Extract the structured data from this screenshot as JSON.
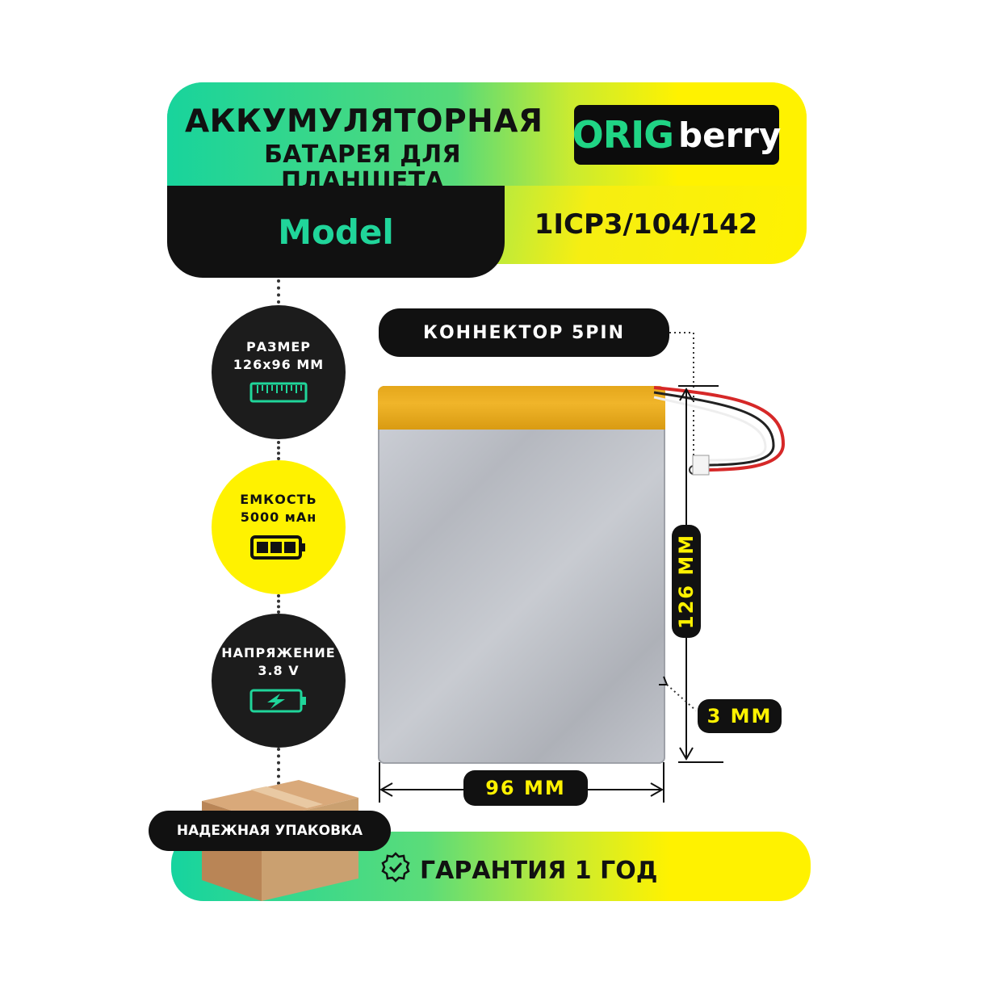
{
  "header": {
    "title_line1": "АККУМУЛЯТОРНАЯ",
    "title_line2": "БАТАРЕЯ ДЛЯ ПЛАНШЕТА",
    "brand_part1": "ORIG",
    "brand_part2": "berry",
    "model_label": "Model",
    "model_number": "1ICP3/104/142"
  },
  "specs": [
    {
      "line1": "РАЗМЕР",
      "line2": "126x96 ММ",
      "icon": "ruler-icon"
    },
    {
      "line1": "ЕМКОСТЬ",
      "line2": "5000 мАн",
      "icon": "battery-icon"
    },
    {
      "line1": "НАПРЯЖЕНИЕ",
      "line2": "3.8 V",
      "icon": "charging-battery-icon"
    }
  ],
  "product": {
    "connector_label": "КОННЕКТОР 5PIN",
    "height_label": "126 ММ",
    "width_label": "96 ММ",
    "thickness_label": "3 ММ"
  },
  "footer": {
    "packaging": "НАДЕЖНАЯ УПАКОВКА",
    "guarantee": "ГАРАНТИЯ 1 ГОД"
  },
  "colors": {
    "accent_green": "#20d59a",
    "accent_yellow": "#fff200",
    "dark": "#111111"
  }
}
